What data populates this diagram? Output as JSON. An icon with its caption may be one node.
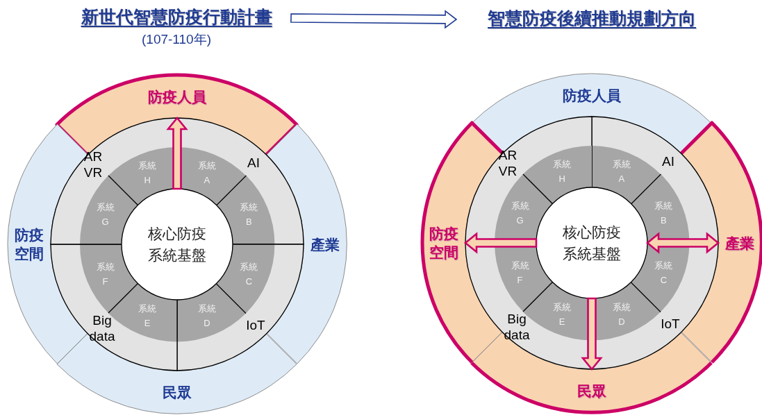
{
  "diagram": {
    "nodes": [
      {
        "text": [
          "新世代智慧防疫行動計畫",
          "(107-110年)"
        ]
      },
      {
        "text": [
          "智慧防疫後續推動規劃方向"
        ]
      },
      {
        "text": [
          "核心防疫系統基盤"
        ]
      },
      {
        "text": [
          "防疫人員"
        ]
      },
      {
        "text": [
          "產業"
        ]
      },
      {
        "text": [
          "民眾"
        ]
      },
      {
        "text": [
          "防疫空間"
        ]
      },
      {
        "text": [
          "AI"
        ]
      },
      {
        "text": [
          "IoT"
        ]
      },
      {
        "text": [
          "Big data"
        ]
      },
      {
        "text": [
          "AR VR"
        ]
      },
      {
        "text": [
          "系統 A"
        ],
        "in": 7
      },
      {
        "text": [
          "系統 B"
        ],
        "in": 7
      },
      {
        "text": [
          "系統 C"
        ],
        "in": 8
      },
      {
        "text": [
          "系統 D"
        ],
        "in": 8
      },
      {
        "text": [
          "系統 E"
        ],
        "in": 9
      },
      {
        "text": [
          "系統 F"
        ],
        "in": 9
      },
      {
        "text": [
          "系統 G"
        ],
        "in": 10
      },
      {
        "text": [
          "系統 H"
        ],
        "in": 10
      },
      {
        "text": [
          "核心防疫系統基盤"
        ]
      },
      {
        "text": [
          "防疫人員"
        ]
      },
      {
        "text": [
          "產業"
        ]
      },
      {
        "text": [
          "民眾"
        ]
      },
      {
        "text": [
          "防疫空間"
        ]
      },
      {
        "text": [
          "AI"
        ]
      },
      {
        "text": [
          "IoT"
        ]
      },
      {
        "text": [
          "Big data"
        ]
      },
      {
        "text": [
          "AR VR"
        ]
      },
      {
        "text": [
          "系統 A"
        ],
        "in": 24
      },
      {
        "text": [
          "系統 B"
        ],
        "in": 24
      },
      {
        "text": [
          "系統 C"
        ],
        "in": 25
      },
      {
        "text": [
          "系統 D"
        ],
        "in": 25
      },
      {
        "text": [
          "系統 E"
        ],
        "in": 26
      },
      {
        "text": [
          "系統 F"
        ],
        "in": 26
      },
      {
        "text": [
          "系統 G"
        ],
        "in": 27
      },
      {
        "text": [
          "系統 H"
        ],
        "in": 27
      }
    ],
    "edges": [
      {
        "from": 0,
        "to": 1,
        "arrow": "to",
        "color": "#1f3a93"
      },
      {
        "from": 2,
        "to": 3,
        "arrow": "to"
      },
      {
        "from": 19,
        "to": 23,
        "arrow": "to"
      },
      {
        "from": 19,
        "to": 21,
        "arrow": "both"
      },
      {
        "from": 19,
        "to": 22,
        "arrow": "to"
      }
    ]
  }
}
